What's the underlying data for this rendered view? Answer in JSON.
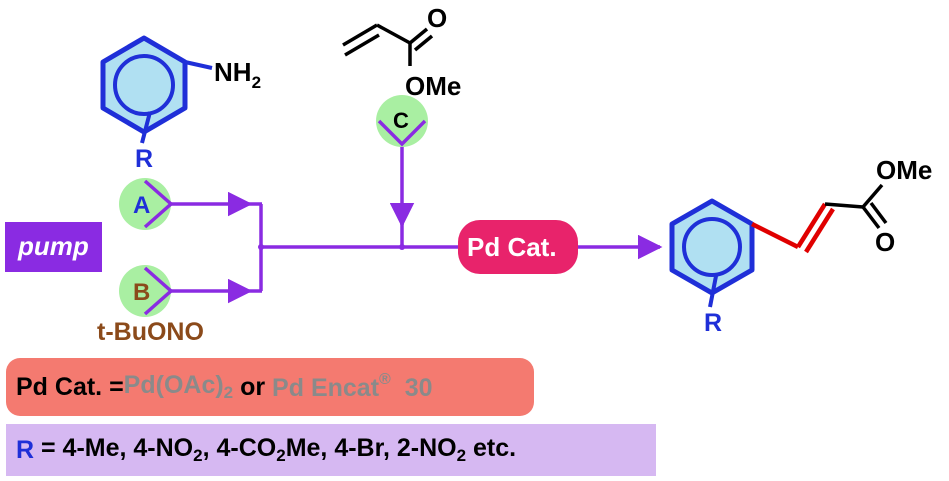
{
  "colors": {
    "flow": "#8a2be2",
    "ring": "#1f2fd8",
    "ring_fill": "#b0e0f2",
    "pump_circle": "#a9efa2",
    "tbuono": "#8b4a1a",
    "pd_pill": "#e8236b",
    "new_bond": "#e00000",
    "legend_cat_bg": "#f47a70",
    "legend_r_bg": "#d6b8f2",
    "grey_text": "#8a8a8a"
  },
  "reagents": {
    "aniline_group": "NH",
    "aniline_sub": "2",
    "r_label": "R",
    "acrylate_o": "O",
    "acrylate_ome": "OMe"
  },
  "pumps": {
    "box_label": "pump",
    "a": "A",
    "b": "B",
    "c": "C",
    "b_reagent": "t-BuONO"
  },
  "reactor": {
    "label": "Pd Cat."
  },
  "product": {
    "ome": "OMe",
    "o": "O",
    "r_label": "R"
  },
  "legend": {
    "cat_prefix": "Pd Cat. = ",
    "cat_option1": "Pd(OAc)",
    "cat_option1_sub": "2",
    "cat_or": " or ",
    "cat_option2": "Pd Encat",
    "cat_option2_sup": "®",
    "cat_option2_num": "  30",
    "r_prefix": "R",
    "r_eq": " = 4-Me, 4-NO",
    "r_sub1": "2",
    "r_mid1": ", 4-CO",
    "r_sub2": "2",
    "r_mid2": "Me, 4-Br, 2-NO",
    "r_sub3": "2",
    "r_end": " etc."
  }
}
